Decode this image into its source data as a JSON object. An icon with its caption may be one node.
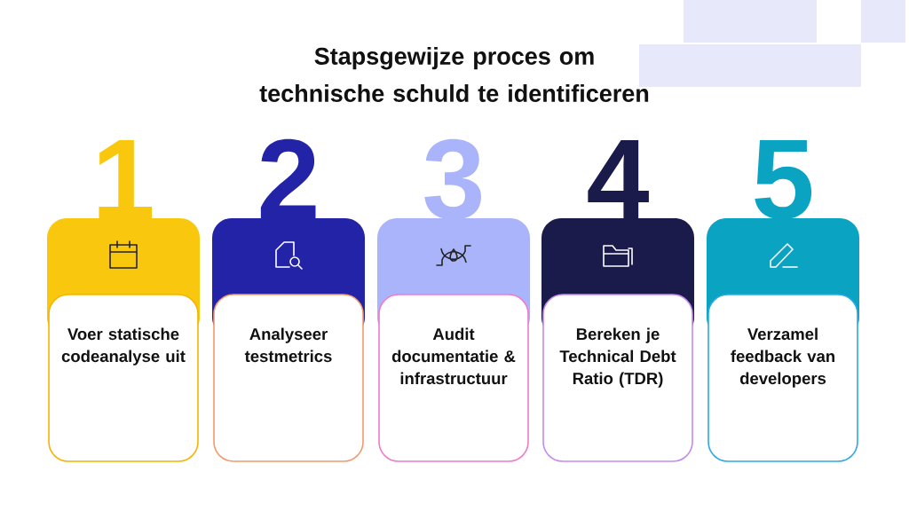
{
  "diagram": {
    "title": "Stapsgewijze proces om technische schuld te identificeren",
    "nodes": [
      {
        "text": [
          "1",
          "Voer statische codeanalyse uit"
        ]
      },
      {
        "text": [
          "2",
          "Analyseer testmetrics"
        ]
      },
      {
        "text": [
          "3",
          "Audit documentatie & infrastructuur"
        ]
      },
      {
        "text": [
          "4",
          "Bereken je Technical Debt Ratio (TDR)"
        ]
      },
      {
        "text": [
          "5",
          "Verzamel feedback van developers"
        ]
      }
    ]
  }
}
